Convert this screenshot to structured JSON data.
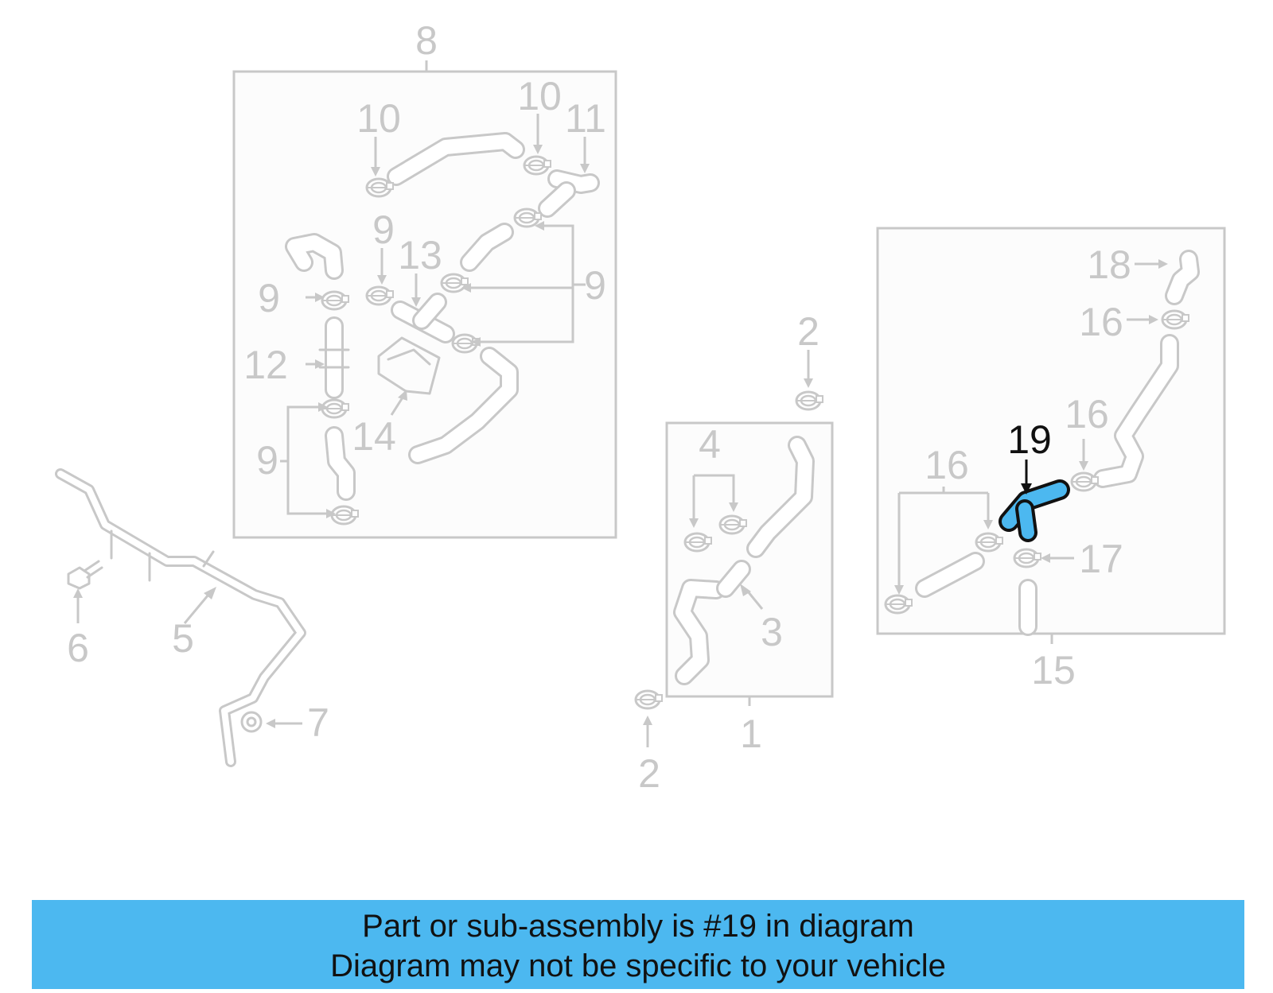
{
  "colors": {
    "highlight_fill": "#4cb8f0",
    "outline_dim": "#c8c8c8",
    "banner_bg": "#4cb8f0"
  },
  "callouts": {
    "c1": "1",
    "c2a": "2",
    "c2b": "2",
    "c3": "3",
    "c4": "4",
    "c5": "5",
    "c6": "6",
    "c7": "7",
    "c8": "8",
    "c9a": "9",
    "c9b": "9",
    "c9c": "9",
    "c9d": "9",
    "c10a": "10",
    "c10b": "10",
    "c11": "11",
    "c12": "12",
    "c13": "13",
    "c14": "14",
    "c15": "15",
    "c16a": "16",
    "c16b": "16",
    "c16c": "16",
    "c17": "17",
    "c18": "18",
    "c19": "19"
  },
  "highlighted_part": "19",
  "banner": {
    "line1": "Part or sub-assembly is #19 in diagram",
    "line2": "Diagram may not be specific to your vehicle"
  }
}
